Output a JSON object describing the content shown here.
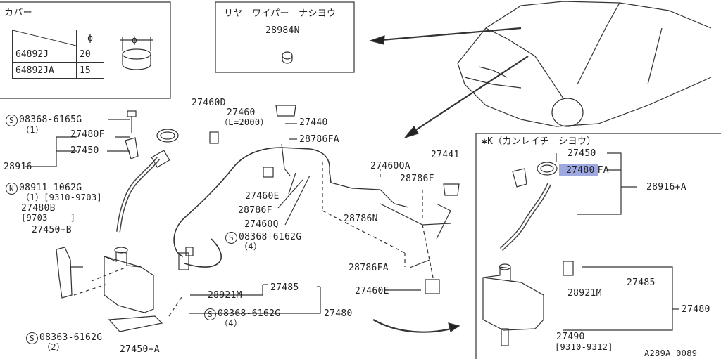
{
  "cover_box": {
    "title": "カバー",
    "phi_header": "ϕ",
    "phi_label": "ϕ",
    "rows": [
      {
        "part": "64892J",
        "size": "20"
      },
      {
        "part": "64892JA",
        "size": "15"
      }
    ]
  },
  "rear_wiper_box": {
    "title": "リヤ　ワイパー　ナシヨウ",
    "part": "28984N"
  },
  "k_box": {
    "title": "✱K（カンレイチ　シヨウ）",
    "parts": {
      "p27450": "27450",
      "p27480_highlight": "27480",
      "p27480_suffix": "FA",
      "p28916a": "28916+A",
      "p27485": "27485",
      "p28921m": "28921M",
      "p27480": "27480",
      "p27490": "27490",
      "p27490_range": "[9310-9312]"
    }
  },
  "main_labels": {
    "s08368_6165g": "08368-6165G",
    "s08368_6165g_qty": "（1）",
    "p27480f": "27480F",
    "p27450": "27450",
    "p28916": "28916",
    "n08911": "08911-1062G",
    "n08911_qty": "（1）[9310-9703]",
    "p27480b": "27480B",
    "p27480b_range": "[9703-　　]",
    "p27450b": "27450+B",
    "s08363_6162g": "08363-6162G",
    "s08363_qty": "（2）",
    "p27450a": "27450+A",
    "p27460d": "27460D",
    "p27460": "27460",
    "p27460_len": "（L=2000）",
    "p27440": "27440",
    "p28786fa_top": "28786FA",
    "p27460e_left": "27460E",
    "p28786f_left": "28786F",
    "p27460q": "27460Q",
    "s08368_6162g_a": "08368-6162G",
    "s08368_6162g_a_qty": "（4）",
    "p27460qa": "27460QA",
    "p27441": "27441",
    "p28786f_right": "28786F",
    "p28786n": "28786N",
    "p28786fa_bottom": "28786FA",
    "p27460e_right": "27460E",
    "p28921m": "28921M",
    "p27485": "27485",
    "s08368_6162g_b": "08368-6162G",
    "s08368_6162g_b_qty": "（4）",
    "p27480": "27480",
    "circle_s": "S",
    "circle_n": "N"
  },
  "footer_code": "A289A 0089"
}
